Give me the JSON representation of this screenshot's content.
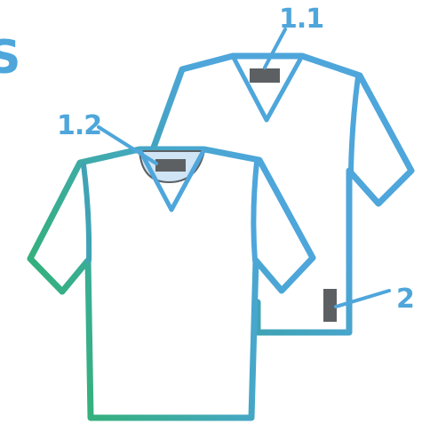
{
  "palette": {
    "accent_blue": "#4ea6db",
    "accent_green": "#2db34a",
    "tag_gray": "#5d6063",
    "collar_fill": "#cfe4f5",
    "background": "#ffffff"
  },
  "callouts": {
    "back_neck_tag": {
      "label": "1.1"
    },
    "front_neck_tag": {
      "label": "1.2"
    },
    "hem_tag": {
      "label": "2"
    }
  },
  "edge_fragments": {
    "top_left": "S",
    "middle_left": "."
  },
  "shirts": [
    {
      "id": "back-shirt",
      "has_neck_tag": true,
      "has_side_tag": true
    },
    {
      "id": "front-shirt",
      "has_neck_tag": true,
      "has_side_tag": false
    }
  ],
  "icons": [
    "t-shirt-icon",
    "label-tag-icon",
    "leader-line-icon"
  ]
}
